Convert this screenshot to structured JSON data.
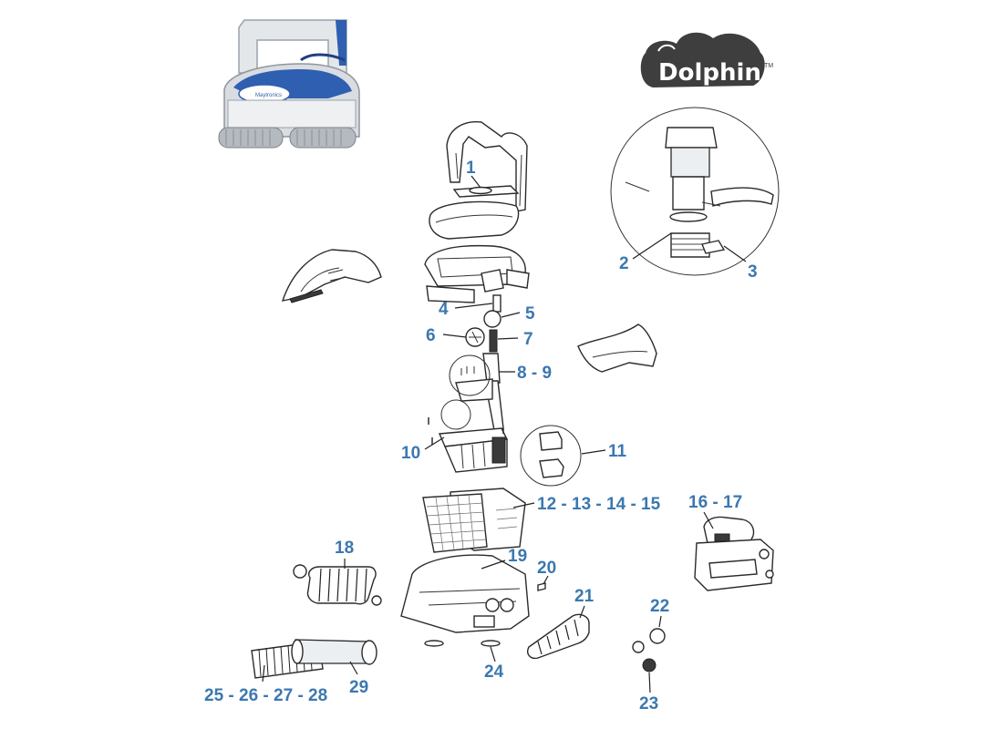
{
  "brand": {
    "logo_text": "Dolphin",
    "trademark": "TM",
    "product_badge": "Maytronics"
  },
  "diagram": {
    "labels": [
      "1",
      "2",
      "3",
      "4",
      "5",
      "6",
      "7",
      "8 - 9",
      "10",
      "11",
      "12 - 13 - 14 - 15",
      "16 - 17",
      "18",
      "19",
      "20",
      "21",
      "22",
      "23",
      "24",
      "25 - 26 - 27 - 28",
      "29"
    ]
  },
  "colors": {
    "label_blue": "#3b78b0",
    "line": "#2b2b2b",
    "robot_blue": "#2f5fb0",
    "robot_grey": "#d9dde2"
  },
  "icons": [
    "robot-photo",
    "dolphin-logo",
    "power-supply-icon",
    "filter-panel-icon",
    "track-icon",
    "brush-icon"
  ]
}
